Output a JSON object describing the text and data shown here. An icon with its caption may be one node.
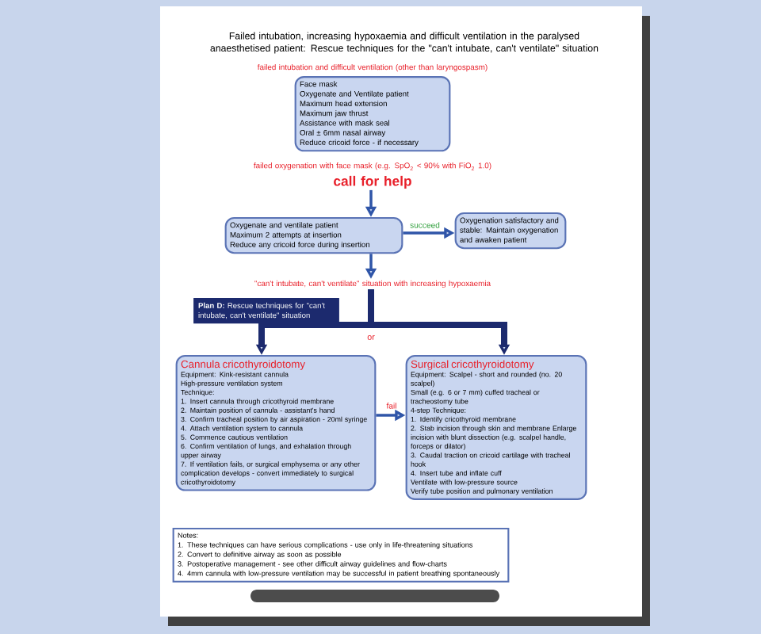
{
  "diagram": {
    "nodes": [
      {
        "text": [
          "Face mask",
          "Oxygenate and Ventilate patient",
          "Maximum head extension",
          "Maximum jaw thrust",
          "Assistance with mask seal",
          "Oral ± 6mm nasal airway",
          "Reduce cricoid force - if necessary"
        ],
        "beside": [
          "failed intubation and difficult ventilation (other than laryngospasm)"
        ]
      },
      {
        "text": [
          "call for help"
        ]
      },
      {
        "text": [
          "Oxygenate and ventilate patient",
          "Maximum 2 attempts at insertion",
          "Reduce any cricoid force during insertion"
        ]
      },
      {
        "text": [
          "Oxygenation satisfactory and stable: Maintain oxygenation and awaken patient"
        ]
      },
      {
        "text": [
          "\"can't intubate, can't ventilate\" situation with increasing hypoxaemia"
        ]
      },
      {
        "text": [
          "**Plan D:** Rescue techniques for \"can't intubate, can't ventilate\" situation"
        ]
      },
      {
        "text": [
          "Cannula cricothyroidotomy",
          "Equipment: Kink-resistant cannula",
          "High-pressure ventilation system",
          "Technique:",
          "1. Insert cannula through cricothyroid membrane",
          "2. Maintain position of cannula - assistant's hand",
          "3. Confirm tracheal position by air aspiration - 20ml syringe",
          "4. Attach ventilation system to cannula",
          "5. Commence cautious ventilation",
          "6. Confirm ventilation of lungs, and exhalation through upper airway",
          "7. If ventilation fails, or surgical emphysema or any other complication develops - convert immediately to surgical cricothyroidotomy"
        ]
      },
      {
        "text": [
          "Surgical cricothyroidotomy",
          "Equipment: Scalpel - short and rounded (no. 20 scalpel)",
          "Small (e.g. 6 or 7 mm) cuffed tracheal or tracheostomy tube",
          "4-step Technique:",
          "1. Identify cricothyroid membrane",
          "2. Stab incision through skin and membrane Enlarge incision with blunt dissection (e.g. scalpel handle, forceps or dilator)",
          "3. Caudal traction on cricoid cartilage with tracheal hook",
          "4. Insert tube and inflate cuff",
          "Ventilate with low-pressure source",
          "Verify tube position and pulmonary ventilation"
        ]
      },
      {
        "text": [
          "Notes:",
          "1. These techniques can have serious complications - use only in life-threatening situations",
          "2. Convert to definitive airway as soon as possible",
          "3. Postoperative management - see other difficult airway guidelines and flow-charts",
          "4. 4mm cannula with low-pressure ventilation may be successful in patient breathing spontaneously"
        ]
      }
    ],
    "edges": [
      {
        "from": 1,
        "to": 2,
        "arrow": "to"
      },
      {
        "from": 2,
        "to": 3,
        "arrow": "to",
        "label": "succeed"
      },
      {
        "from": 2,
        "to": 4,
        "arrow": "to"
      },
      {
        "from": 4,
        "to": 6,
        "arrow": "to",
        "style": "thick",
        "color": "#1c2a6e"
      },
      {
        "from": 4,
        "to": 7,
        "arrow": "to",
        "style": "thick",
        "color": "#1c2a6e"
      },
      {
        "from": 6,
        "to": 7,
        "arrow": "to",
        "label": "fail"
      }
    ],
    "labels": [
      "Failed intubation, increasing hypoxaemia and difficult ventilation in the paralysed anaesthetised patient: Rescue techniques for the \"can't intubate, can't ventilate\" situation",
      "failed oxygenation with face mask (e.g. SpO$_{2}$ < 90% with FiO$_{2}$ 1.0)",
      "or"
    ]
  }
}
